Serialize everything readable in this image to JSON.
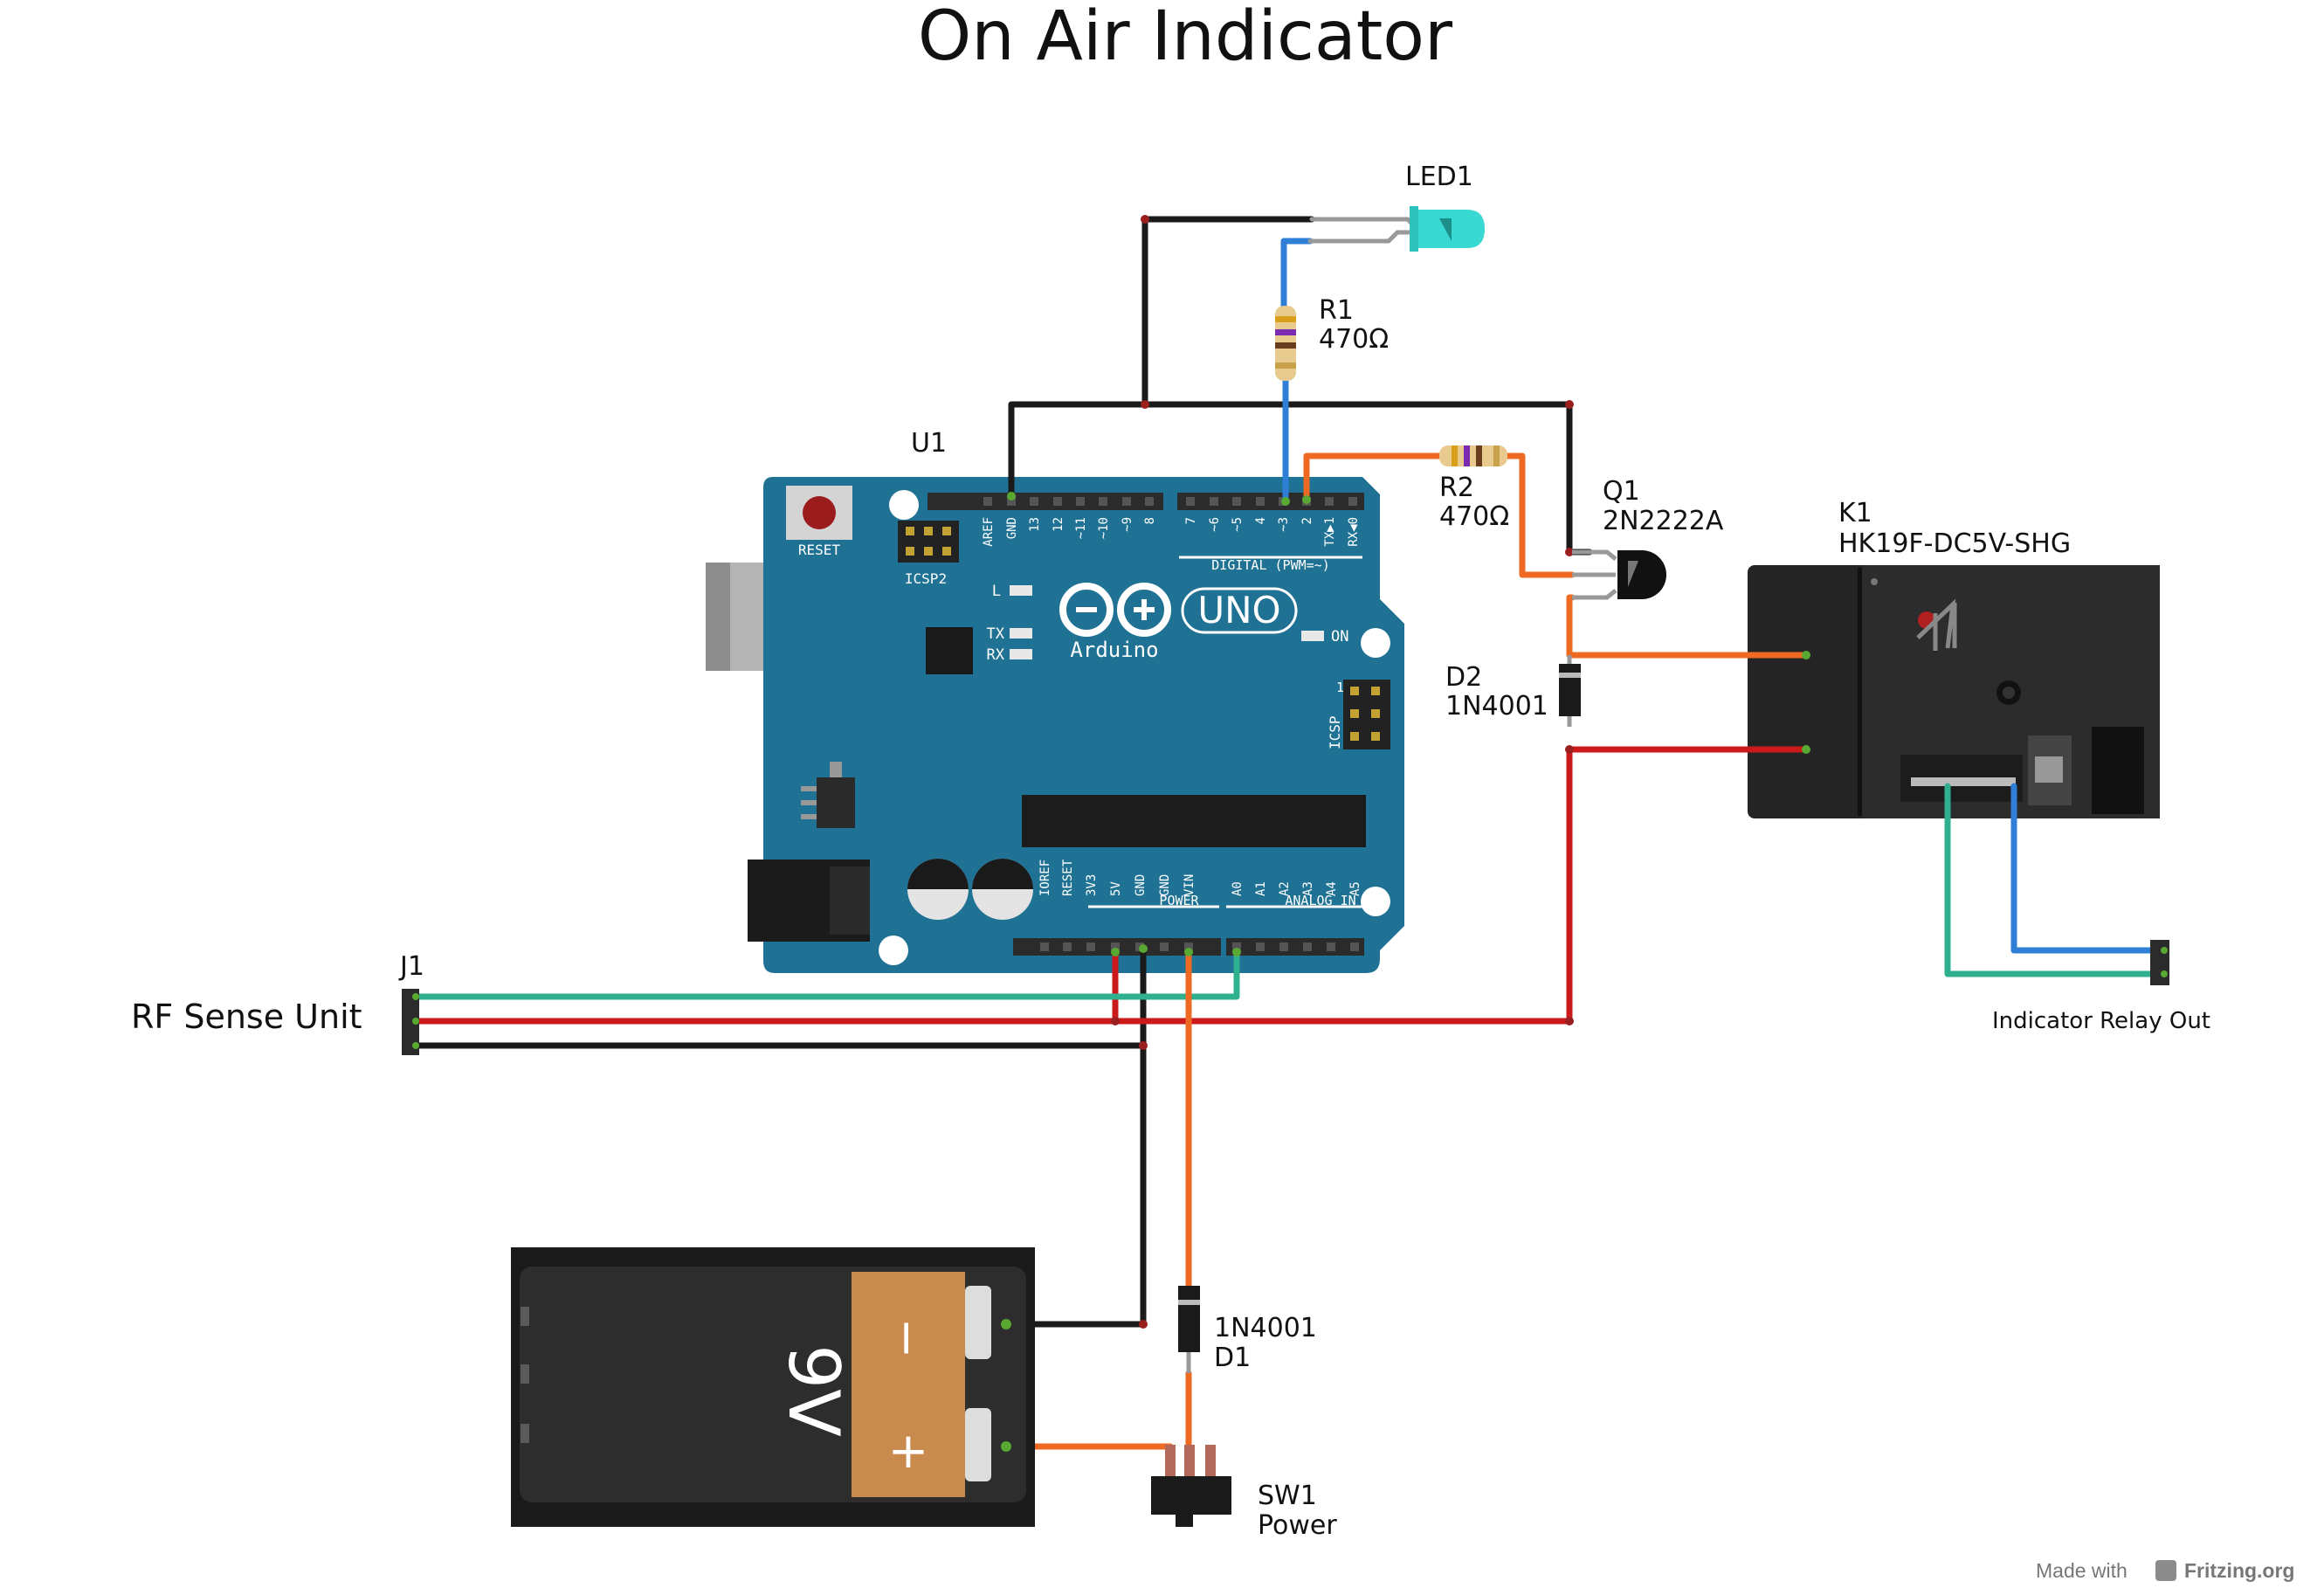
{
  "title": "On Air Indicator",
  "components": {
    "arduino": {
      "ref": "U1",
      "model": "UNO",
      "brand": "Arduino",
      "reset_label": "RESET",
      "icsp2_label": "ICSP2",
      "icsp_label": "ICSP",
      "icsp_pin1": "1",
      "led_l": "L",
      "led_tx": "TX",
      "led_rx": "RX",
      "led_on": "ON",
      "digital_label": "DIGITAL (PWM=~)",
      "power_label": "POWER",
      "analog_label": "ANALOG IN",
      "top_pins": [
        "AREF",
        "GND",
        "13",
        "12",
        "~11",
        "~10",
        "~9",
        "8",
        "7",
        "~6",
        "~5",
        "4",
        "~3",
        "2",
        "TX▶1",
        "RX◀0"
      ],
      "bottom_pins": [
        "IOREF",
        "RESET",
        "3V3",
        "5V",
        "GND",
        "GND",
        "VIN",
        "A0",
        "A1",
        "A2",
        "A3",
        "A4",
        "A5"
      ]
    },
    "led": {
      "ref": "LED1"
    },
    "r1": {
      "ref": "R1",
      "value": "470Ω"
    },
    "r2": {
      "ref": "R2",
      "value": "470Ω"
    },
    "q1": {
      "ref": "Q1",
      "value": "2N2222A"
    },
    "d2": {
      "ref": "D2",
      "value": "1N4001"
    },
    "k1": {
      "ref": "K1",
      "value": "HK19F-DC5V-SHG"
    },
    "j1": {
      "ref": "J1",
      "label": "RF Sense Unit"
    },
    "relay_out": {
      "label": "Indicator Relay Out"
    },
    "battery": {
      "voltage": "9V",
      "minus": "−",
      "plus": "+"
    },
    "d1": {
      "value": "1N4001",
      "ref": "D1"
    },
    "sw1": {
      "ref": "SW1",
      "label": "Power"
    }
  },
  "footer": {
    "made_with": "Made with",
    "brand": "Fritzing.org"
  },
  "colors": {
    "board": "#1f7294",
    "wire_black": "#1a1a1a",
    "wire_red": "#cc1a1a",
    "wire_orange": "#ee6a22",
    "wire_blue": "#2f7fd6",
    "wire_green": "#2fb08f",
    "led": "#39d9d3"
  }
}
